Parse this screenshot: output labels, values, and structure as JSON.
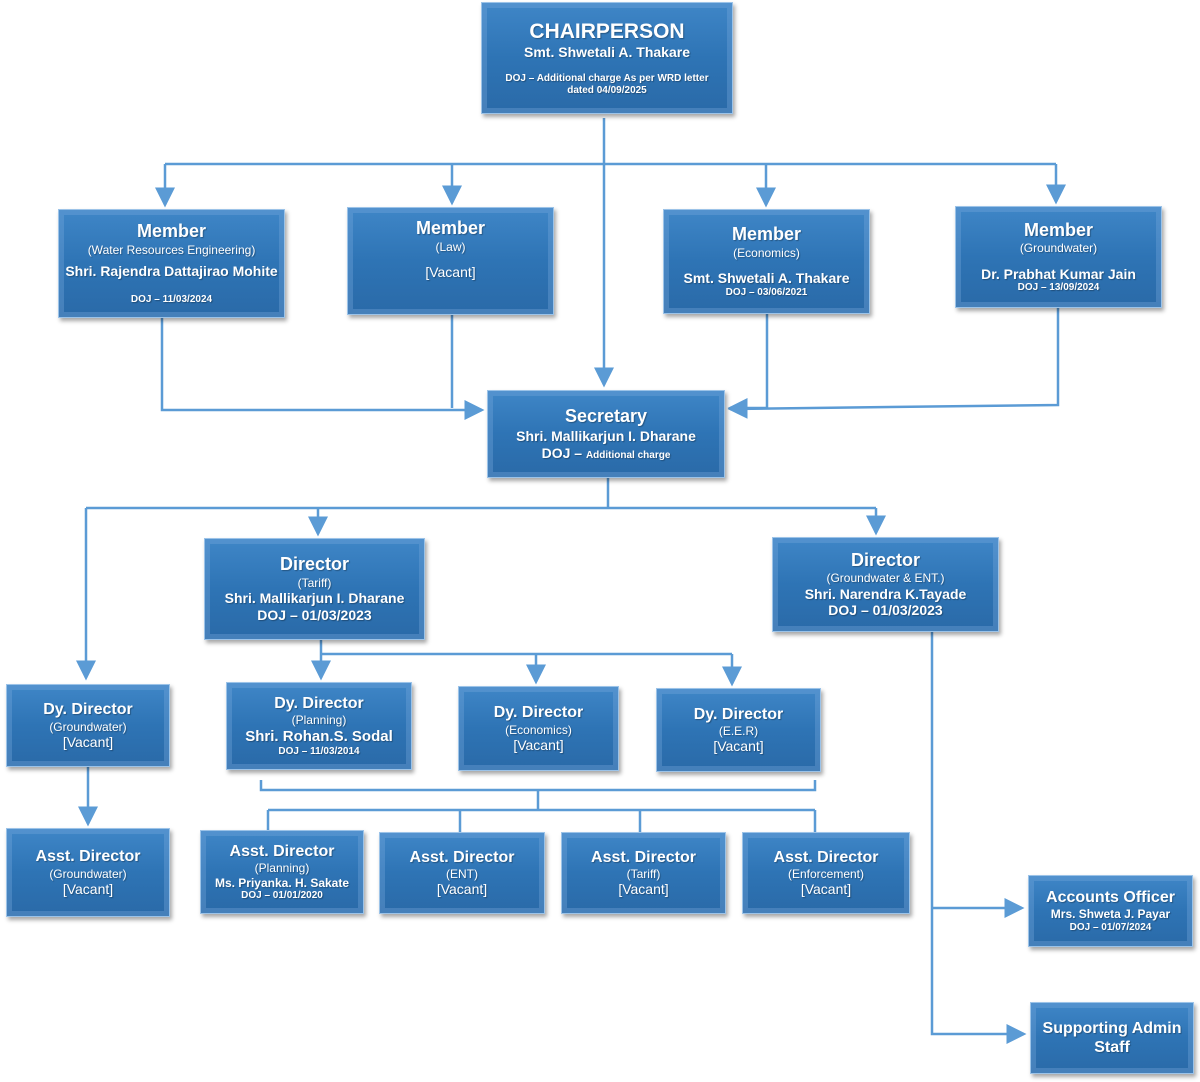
{
  "chair": {
    "title": "CHAIRPERSON",
    "name": "Smt. Shwetali A. Thakare",
    "doj": "DOJ – Additional charge As per WRD letter dated 04/09/2025"
  },
  "members": [
    {
      "title": "Member",
      "dept": "(Water Resources Engineering)",
      "name": "Shri. Rajendra Dattajirao Mohite",
      "doj": "DOJ – 11/03/2024"
    },
    {
      "title": "Member",
      "dept": "(Law)",
      "name": "[Vacant]"
    },
    {
      "title": "Member",
      "dept": "(Economics)",
      "name": "Smt. Shwetali A. Thakare",
      "doj": "DOJ – 03/06/2021"
    },
    {
      "title": "Member",
      "dept": "(Groundwater)",
      "name": "Dr. Prabhat Kumar Jain",
      "doj": "DOJ – 13/09/2024"
    }
  ],
  "secretary": {
    "title": "Secretary",
    "name": "Shri. Mallikarjun I. Dharane",
    "doj_label": "DOJ –",
    "doj": "Additional charge"
  },
  "directors": [
    {
      "title": "Director",
      "dept": "(Tariff)",
      "name": "Shri. Mallikarjun I. Dharane",
      "doj": "DOJ – 01/03/2023"
    },
    {
      "title": "Director",
      "dept": "(Groundwater & ENT.)",
      "name": "Shri. Narendra K.Tayade",
      "doj": "DOJ – 01/03/2023"
    }
  ],
  "dy_directors": [
    {
      "title": "Dy. Director",
      "dept": "(Groundwater)",
      "name": "[Vacant]"
    },
    {
      "title": "Dy. Director",
      "dept": "(Planning)",
      "name": "Shri. Rohan.S. Sodal",
      "doj": "DOJ – 11/03/2014"
    },
    {
      "title": "Dy. Director",
      "dept": "(Economics)",
      "name": "[Vacant]"
    },
    {
      "title": "Dy. Director",
      "dept": "(E.E.R)",
      "name": "[Vacant]"
    }
  ],
  "asst_directors": [
    {
      "title": "Asst. Director",
      "dept": "(Groundwater)",
      "name": "[Vacant]"
    },
    {
      "title": "Asst. Director",
      "dept": "(Planning)",
      "name": "Ms. Priyanka. H. Sakate",
      "doj": "DOJ – 01/01/2020"
    },
    {
      "title": "Asst. Director",
      "dept": "(ENT)",
      "name": "[Vacant]"
    },
    {
      "title": "Asst. Director",
      "dept": "(Tariff)",
      "name": "[Vacant]"
    },
    {
      "title": "Asst. Director",
      "dept": "(Enforcement)",
      "name": "[Vacant]"
    }
  ],
  "accounts": {
    "title": "Accounts Officer",
    "name": "Mrs. Shweta J. Payar",
    "doj": "DOJ – 01/07/2024"
  },
  "staff": {
    "title": "Supporting Admin Staff"
  },
  "colors": {
    "box": "#2E75B6",
    "line": "#5B9BD5"
  }
}
